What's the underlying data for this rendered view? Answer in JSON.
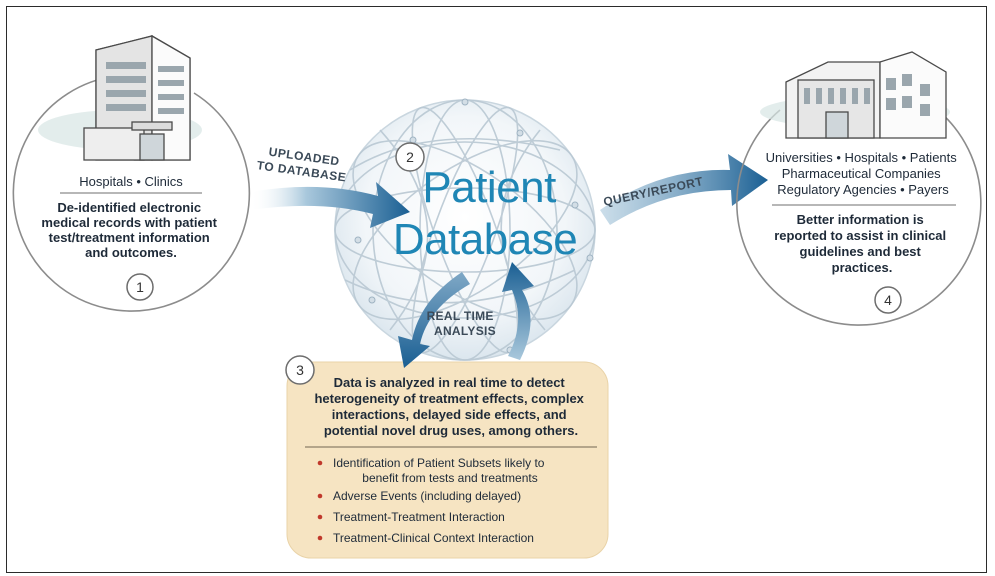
{
  "step1": {
    "number": "1",
    "heading": "Hospitals • Clinics",
    "lines": [
      "De-identified electronic",
      "medical records with patient",
      "test/treatment information",
      "and outcomes."
    ]
  },
  "arrow_upload": {
    "lines": [
      "UPLOADED",
      "TO DATABASE"
    ]
  },
  "step2": {
    "number": "2",
    "title_lines": [
      "Patient",
      "Database"
    ]
  },
  "arrow_query": {
    "label": "QUERY/REPORT"
  },
  "step4": {
    "number": "4",
    "heading_lines": [
      "Universities • Hospitals • Patients",
      "Pharmaceutical Companies",
      "Regulatory Agencies • Payers"
    ],
    "lines": [
      "Better information is",
      "reported to assist in clinical",
      "guidelines and best",
      "practices."
    ]
  },
  "cycle": {
    "lines": [
      "REAL TIME",
      "ANALYSIS"
    ]
  },
  "step3": {
    "number": "3",
    "lines": [
      "Data is analyzed in real time to detect",
      "heterogeneity of treatment effects, complex",
      "interactions, delayed side effects, and",
      "potential novel drug uses, among others."
    ],
    "bullets": [
      [
        "Identification of Patient Subsets likely to",
        "benefit from tests and treatments"
      ],
      [
        "Adverse Events (including delayed)"
      ],
      [
        "Treatment-Treatment Interaction"
      ],
      [
        "Treatment-Clinical Context Interaction"
      ]
    ]
  },
  "colors": {
    "title_blue": "#1f86b5",
    "arrow_blue": "#1a5f93",
    "arrow_light": "#a9c8dc",
    "bullet_red": "#c0392b",
    "box_fill": "#f6e4c2",
    "circle_line": "#8c8c8c",
    "text_dark": "#1e2a38"
  }
}
